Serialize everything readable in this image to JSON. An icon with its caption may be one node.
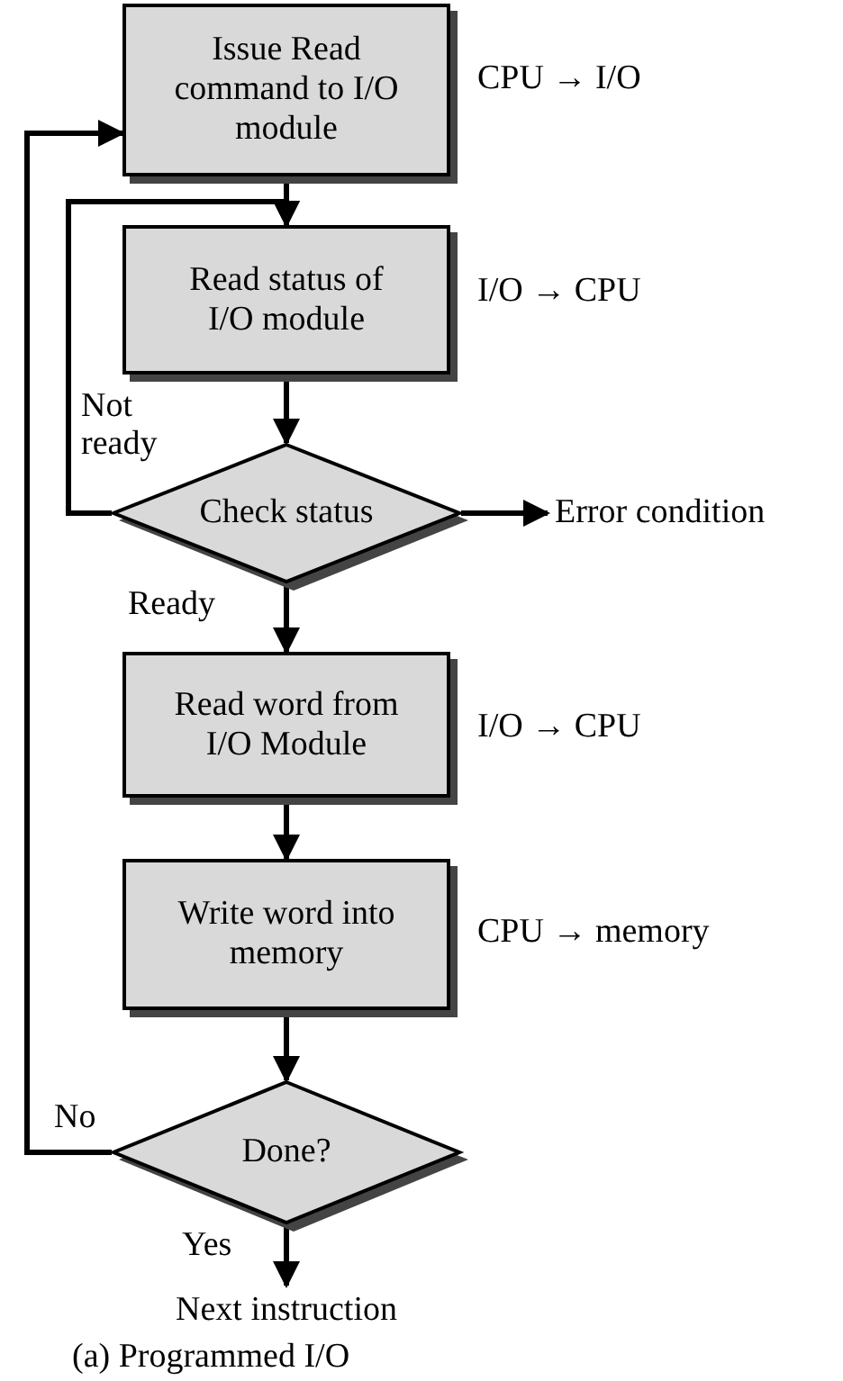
{
  "diagram": {
    "caption": "(a) Programmed I/O",
    "nodes": [
      {
        "text": [
          "Issue Read command to I/O module"
        ],
        "beside": [
          "CPU → I/O"
        ]
      },
      {
        "text": [
          "Read status of I/O module"
        ],
        "beside": [
          "I/O → CPU"
        ]
      },
      {
        "text": [
          "Check status"
        ]
      },
      {
        "text": [
          "Error condition"
        ]
      },
      {
        "text": [
          "Read word from I/O Module"
        ],
        "beside": [
          "I/O → CPU"
        ]
      },
      {
        "text": [
          "Write word into memory"
        ],
        "beside": [
          "CPU → memory"
        ]
      },
      {
        "text": [
          "Done?"
        ]
      },
      {
        "text": [
          "Next instruction"
        ]
      }
    ],
    "edges": [
      {
        "from": 0,
        "to": 1,
        "arrow": "to"
      },
      {
        "from": 1,
        "to": 2,
        "arrow": "to"
      },
      {
        "from": 2,
        "to": 1,
        "arrow": "to",
        "label": "Not ready"
      },
      {
        "from": 2,
        "to": 3,
        "arrow": "to"
      },
      {
        "from": 2,
        "to": 4,
        "arrow": "to",
        "label": "Ready"
      },
      {
        "from": 4,
        "to": 5,
        "arrow": "to"
      },
      {
        "from": 5,
        "to": 6,
        "arrow": "to"
      },
      {
        "from": 6,
        "to": 0,
        "arrow": "to",
        "label": "No"
      },
      {
        "from": 6,
        "to": 7,
        "arrow": "to",
        "label": "Yes"
      }
    ]
  }
}
